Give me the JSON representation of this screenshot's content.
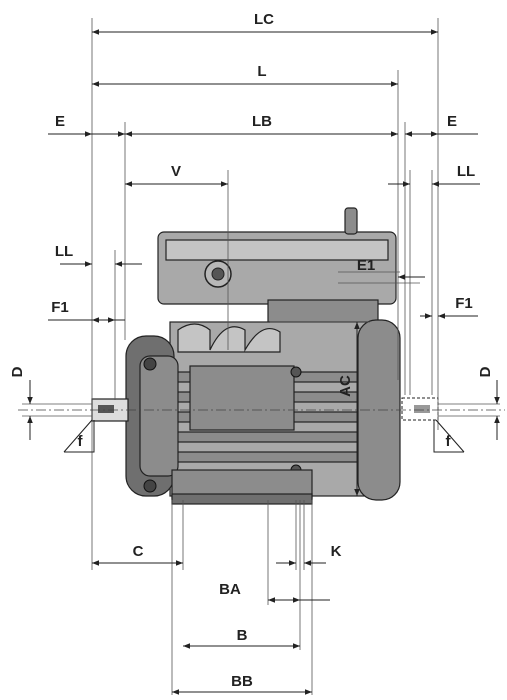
{
  "labels": {
    "lc": "LC",
    "l": "L",
    "lb": "LB",
    "e_left": "E",
    "e_right": "E",
    "v": "V",
    "ll_right": "LL",
    "ll_left": "LL",
    "e1": "E1",
    "f1_left": "F1",
    "f1_right": "F1",
    "d_left": "D",
    "d_right": "D",
    "ac": "AC",
    "f_left": "f",
    "f_right": "f",
    "c": "C",
    "k": "K",
    "ba": "BA",
    "b": "B",
    "bb": "BB"
  },
  "colors": {
    "motor_dark": "#6f6f6f",
    "motor_mid": "#8c8c8c",
    "motor_light": "#a9a9a9",
    "line": "#222222"
  }
}
